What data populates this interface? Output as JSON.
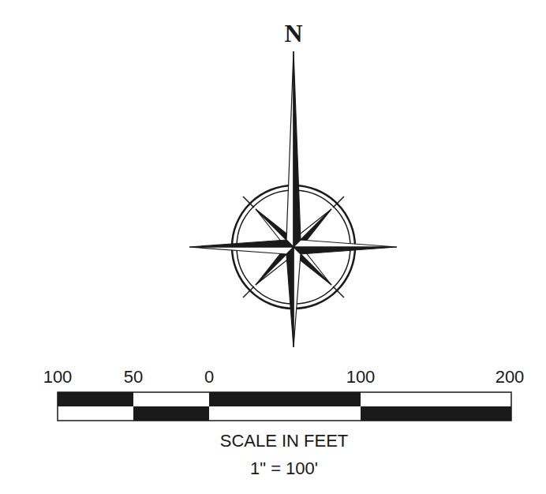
{
  "diagram": {
    "labels": [
      "N",
      "100",
      "50",
      "0",
      "100",
      "200",
      "SCALE IN FEET",
      "1\" = 100'"
    ]
  }
}
